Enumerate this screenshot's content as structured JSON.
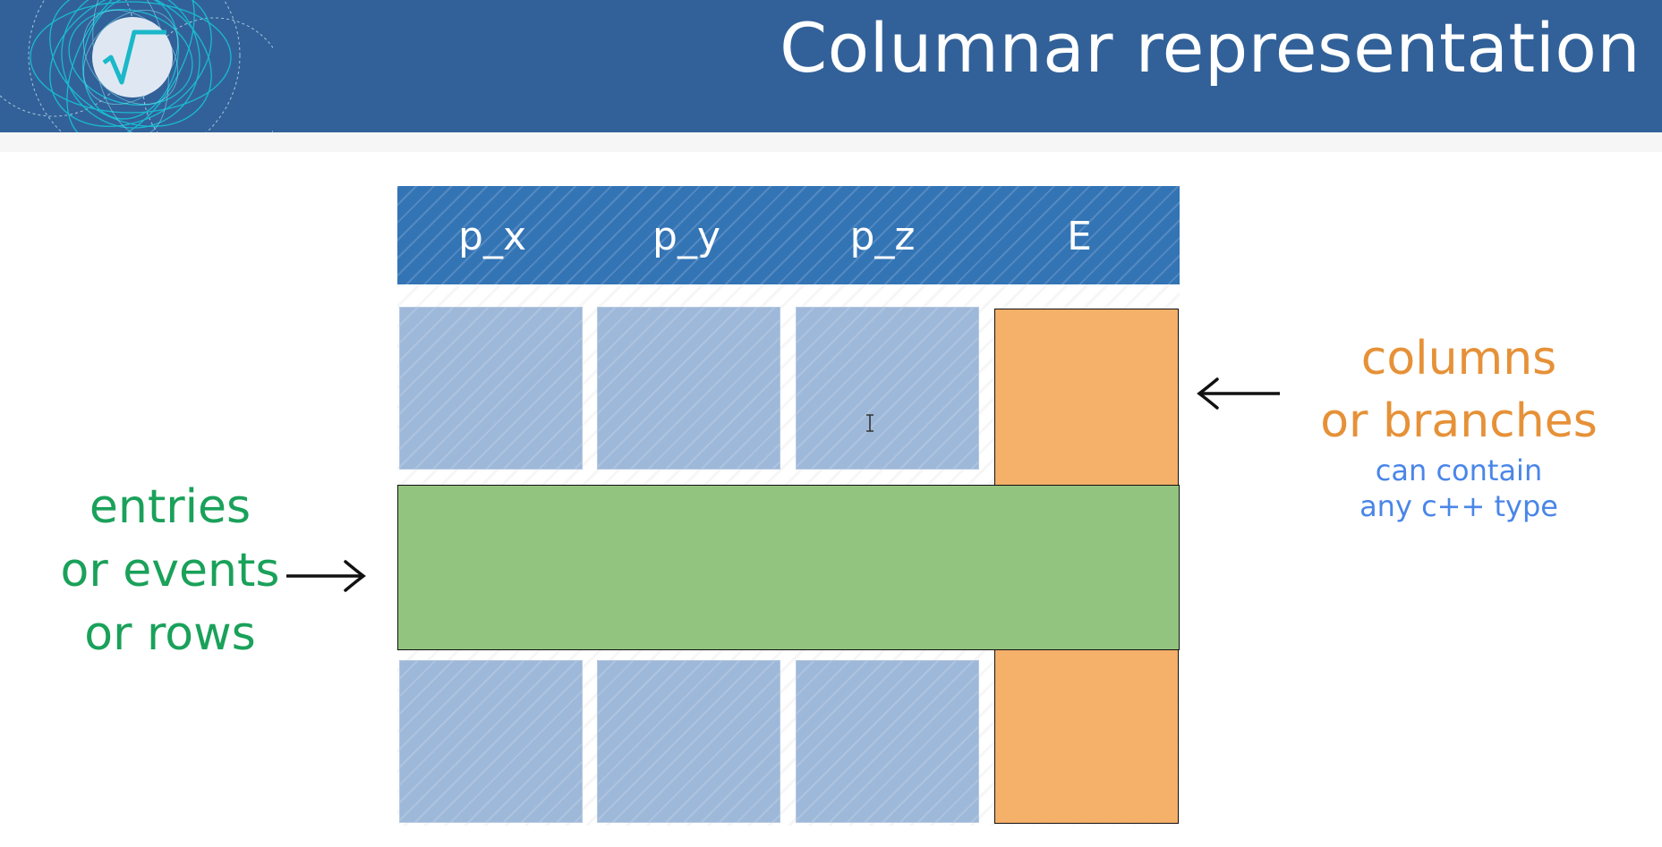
{
  "slide": {
    "title": "Columnar representation"
  },
  "table": {
    "columns": [
      "p_x",
      "p_y",
      "p_z",
      "E"
    ]
  },
  "annotations": {
    "columns_label_line1": "columns",
    "columns_label_line2": "or branches",
    "columns_sub_line1": "can contain",
    "columns_sub_line2": "any c++ type",
    "rows_label_line1": "entries",
    "rows_label_line2": "or events",
    "rows_label_line3": "or rows"
  },
  "colors": {
    "header_background": "#326199",
    "table_header": "#3374b5",
    "column_cells": "#9eb8d9",
    "highlighted_column": "#f5b06a",
    "highlighted_row": "#93c47f",
    "columns_text": "#e69138",
    "sub_text": "#4a86e8",
    "rows_text": "#1aa15a"
  },
  "icons": {
    "logo": "root-logo-icon",
    "column_arrow": "arrow-left-icon",
    "row_arrow": "arrow-right-icon",
    "cursor": "text-cursor-icon"
  }
}
